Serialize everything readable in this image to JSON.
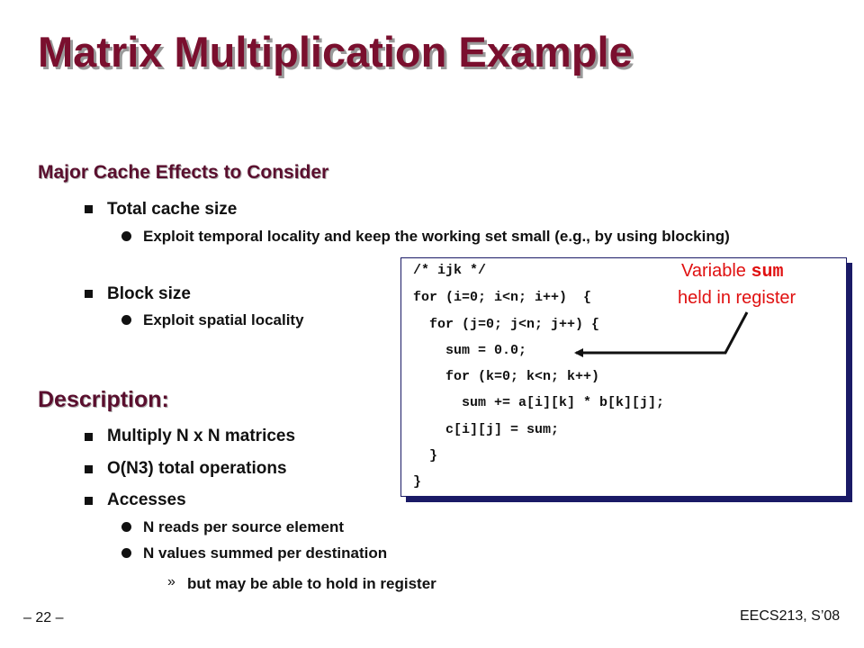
{
  "slide": {
    "title": "Matrix Multiplication Example",
    "section1": {
      "heading": "Major Cache Effects to Consider",
      "bullets": [
        {
          "text": "Total cache size",
          "sub": [
            "Exploit temporal locality and keep the working set small (e.g., by using blocking)"
          ]
        },
        {
          "text": "Block size",
          "sub": [
            "Exploit spatial locality"
          ]
        }
      ]
    },
    "section2": {
      "heading": "Description:",
      "bullets": [
        {
          "text": "Multiply N x N matrices"
        },
        {
          "text": "O(N3) total operations"
        },
        {
          "text": "Accesses",
          "sub": [
            "N reads per source element",
            "N values summed per destination"
          ],
          "subsub": "but may be able to hold in register"
        }
      ]
    },
    "code": [
      "/* ijk */",
      "for (i=0; i<n; i++)  {",
      "  for (j=0; j<n; j++) {",
      "    sum = 0.0;",
      "    for (k=0; k<n; k++)",
      "      sum += a[i][k] * b[k][j];",
      "    c[i][j] = sum;",
      "  }",
      "}"
    ],
    "annotation": {
      "line1_prefix": "Variable ",
      "line1_code": "sum",
      "line2": "held in register"
    },
    "footer": {
      "page": "– 22 –",
      "course": "EECS213, S’08"
    },
    "colors": {
      "title": "#7a0f2e",
      "annotation": "#e01010",
      "code_box_shadow": "#1a1a66"
    }
  }
}
